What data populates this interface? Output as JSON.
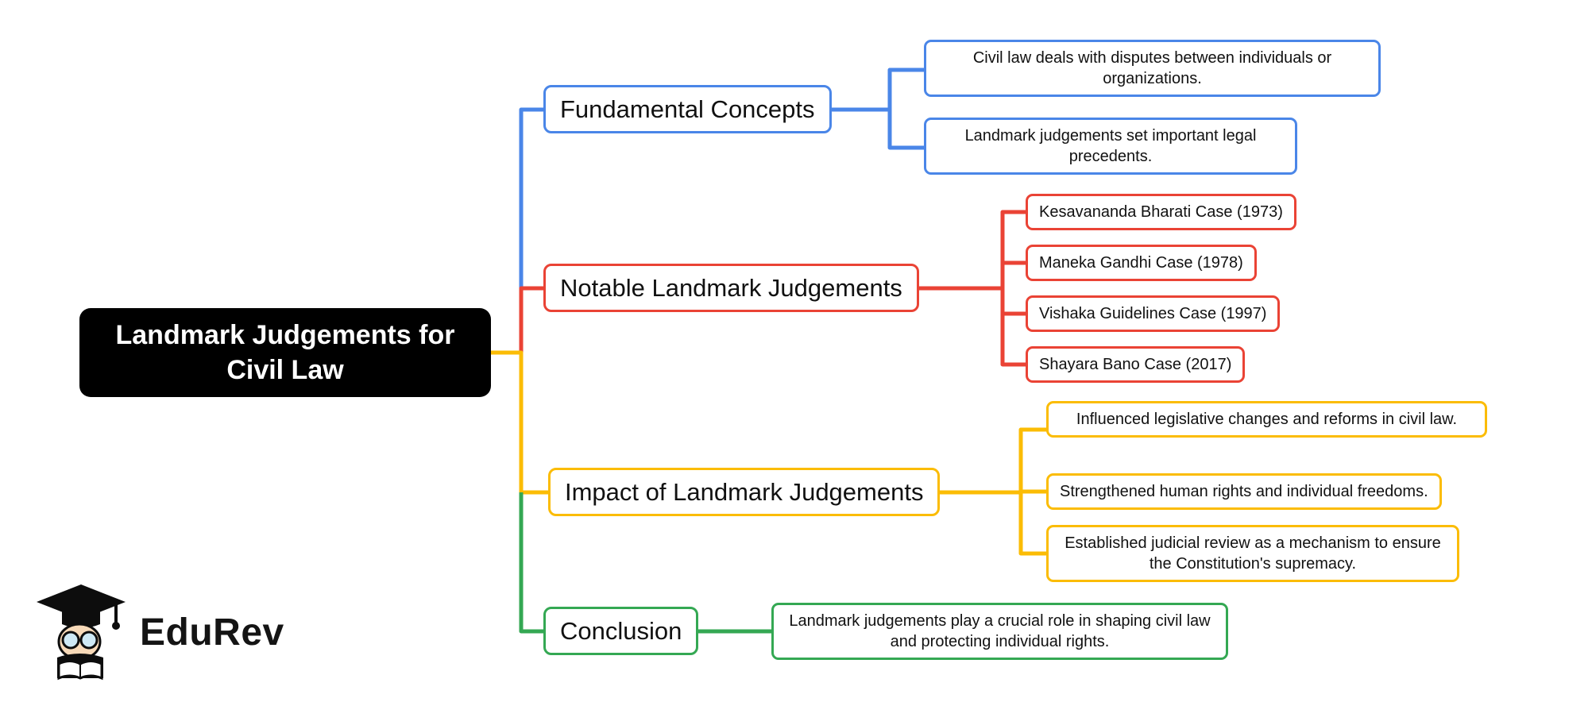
{
  "root": {
    "label": "Landmark Judgements for Civil Law",
    "bg_color": "#000000",
    "text_color": "#ffffff"
  },
  "branches": [
    {
      "label": "Fundamental Concepts",
      "color": "#4a86e8",
      "children": [
        {
          "text": "Civil law deals with disputes between individuals or organizations."
        },
        {
          "text": "Landmark judgements set important legal precedents."
        }
      ]
    },
    {
      "label": "Notable Landmark Judgements",
      "color": "#ea4335",
      "children": [
        {
          "text": "Kesavananda Bharati Case (1973)"
        },
        {
          "text": "Maneka Gandhi Case (1978)"
        },
        {
          "text": "Vishaka Guidelines Case (1997)"
        },
        {
          "text": "Shayara Bano Case (2017)"
        }
      ]
    },
    {
      "label": "Impact of Landmark Judgements",
      "color": "#fbbc05",
      "children": [
        {
          "text": "Influenced legislative changes and reforms in civil law."
        },
        {
          "text": "Strengthened human rights and individual freedoms."
        },
        {
          "text": "Established judicial review as a mechanism to ensure the Constitution's supremacy."
        }
      ]
    },
    {
      "label": "Conclusion",
      "color": "#34a853",
      "children": [
        {
          "text": "Landmark judgements play a crucial role in shaping civil law and protecting individual rights."
        }
      ]
    }
  ],
  "logo": {
    "brand": "EduRev"
  }
}
